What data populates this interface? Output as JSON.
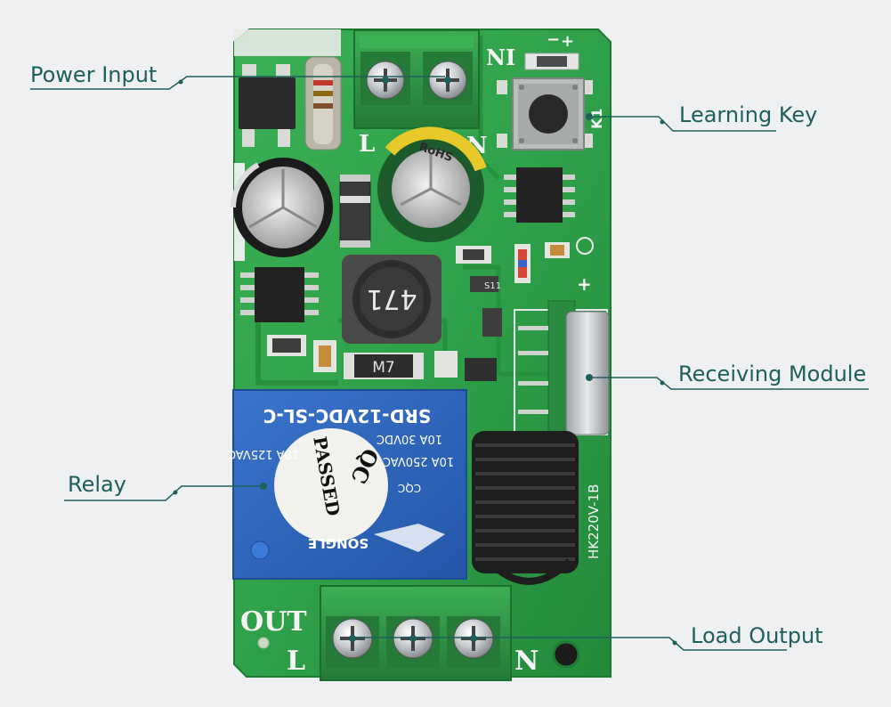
{
  "callouts": {
    "power_input": "Power Input",
    "learning_key": "Learning Key",
    "receiving_module": "Receiving Module",
    "relay": "Relay",
    "load_output": "Load Output"
  },
  "board_text": {
    "input_l": "L",
    "input_n": "N",
    "out_label": "OUT",
    "out_l": "L",
    "out_n": "N",
    "ni_label": "NI",
    "k1_label": "K1",
    "minus": "−",
    "plus": "+",
    "plus_right": "+",
    "inductor": "471",
    "diode": "M7",
    "model": "HK220V-1B",
    "smd_code": "S11",
    "cap_brand": "RoHS"
  },
  "relay_text": {
    "model": "SRD-12VDC-SL-C",
    "rating_1": "10A 30VDC",
    "rating_2": "10A 250VAC",
    "rating_3": "10A 125VAC",
    "brand": "SONGLE",
    "sticker_line_1": "QC",
    "sticker_line_2": "PASSED",
    "cqc": "CQC"
  },
  "colors": {
    "pcb_green": "#2fa14a",
    "pcb_green_dark": "#1f7c34",
    "terminal_green": "#2e9a47",
    "relay_blue": "#2c63b8",
    "callout_teal": "#1e5f5b",
    "background": "#eef0f2"
  }
}
